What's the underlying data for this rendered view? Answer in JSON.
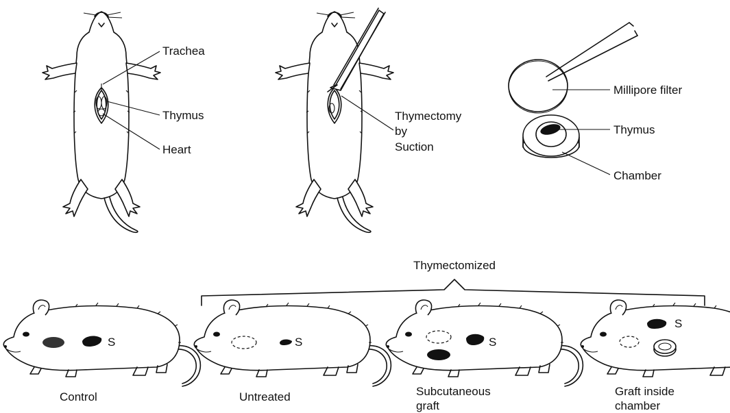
{
  "panel_top": {
    "rat_anatomy": {
      "labels": [
        "Trachea",
        "Thymus",
        "Heart"
      ]
    },
    "thymectomy": {
      "label_lines": [
        "Thymectomy",
        "by",
        "Suction"
      ]
    },
    "chamber_setup": {
      "labels": [
        "Millipore filter",
        "Thymus",
        "Chamber"
      ]
    }
  },
  "panel_bottom": {
    "group_label": "Thymectomized",
    "spleen_mark": "S",
    "mice": [
      {
        "caption_lines": [
          "Control"
        ]
      },
      {
        "caption_lines": [
          "Untreated"
        ]
      },
      {
        "caption_lines": [
          "Subcutaneous",
          "graft"
        ]
      },
      {
        "caption_lines": [
          "Graft inside",
          "chamber"
        ]
      }
    ]
  }
}
